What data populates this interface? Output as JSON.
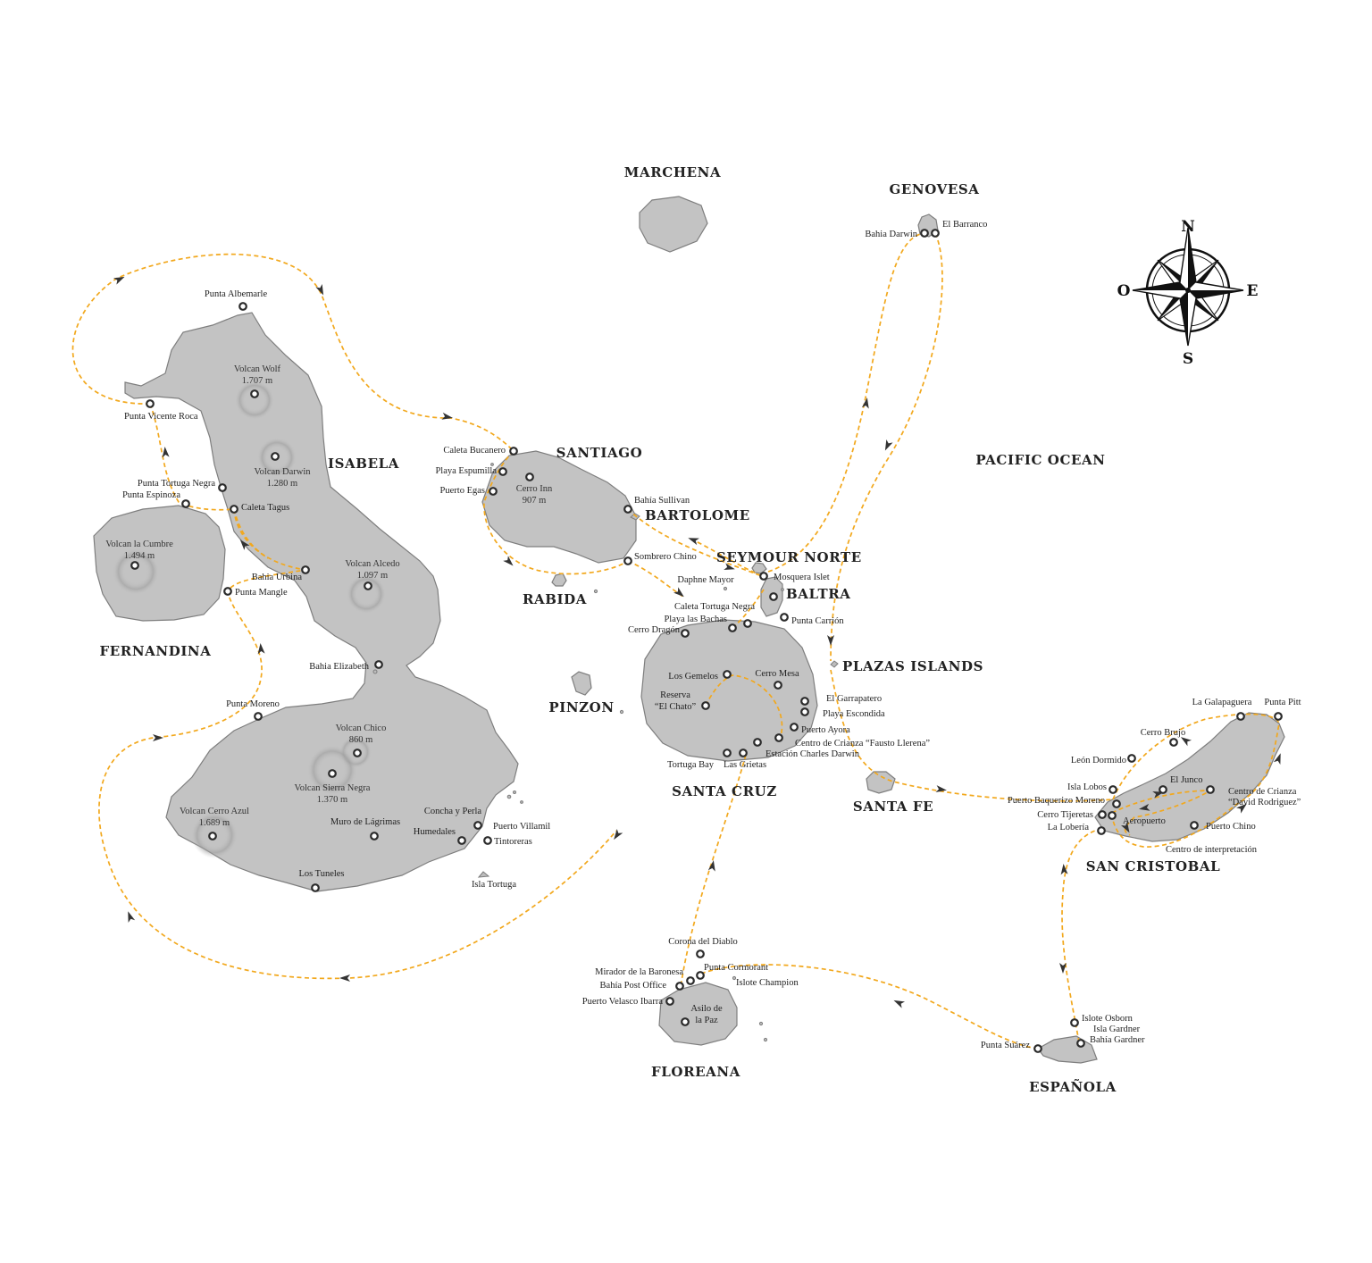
{
  "ocean_label": "PACIFIC OCEAN",
  "compass": {
    "north": "N",
    "south": "S",
    "east": "E",
    "west": "O"
  },
  "islands": {
    "marchena": "MARCHENA",
    "genovesa": "GENOVESA",
    "isabela": "ISABELA",
    "fernandina": "FERNANDINA",
    "santiago": "SANTIAGO",
    "bartolome": "BARTOLOME",
    "seymour_norte": "SEYMOUR NORTE",
    "baltra": "BALTRA",
    "rabida": "RABIDA",
    "pinzon": "PINZON",
    "plazas": "PLAZAS ISLANDS",
    "santa_cruz": "SANTA CRUZ",
    "santa_fe": "SANTA FE",
    "san_cristobal": "SAN CRISTOBAL",
    "floreana": "FLOREANA",
    "espanola": "ESPAÑOLA"
  },
  "volcanoes": {
    "wolf_name": "Volcan Wolf",
    "wolf_alt": "1.707 m",
    "darwin_name": "Volcan Darwin",
    "darwin_alt": "1.280 m",
    "alcedo_name": "Volcan Alcedo",
    "alcedo_alt": "1.097 m",
    "cumbre_name": "Volcan la Cumbre",
    "cumbre_alt": "1.494 m",
    "chico_name": "Volcan Chico",
    "chico_alt": "860 m",
    "sierra_name": "Volcan Sierra Negra",
    "sierra_alt": "1.370 m",
    "azul_name": "Volcan Cerro Azul",
    "azul_alt": "1.689 m",
    "inn_name": "Cerro Inn",
    "inn_alt": "907 m"
  },
  "sites": {
    "punta_albemarle": "Punta Albemarle",
    "punta_vicente_roca": "Punta Vicente Roca",
    "punta_tortuga_negra": "Punta Tortuga Negra",
    "punta_espinoza": "Punta Espinoza",
    "caleta_tagus": "Caleta Tagus",
    "bahia_urbina": "Bahia Urbina",
    "punta_mangle": "Punta Mangle",
    "bahia_elizabeth": "Bahia Elizabeth",
    "punta_moreno": "Punta Moreno",
    "muro_lagrimas": "Muro de Lágrimas",
    "concha_perla": "Concha y Perla",
    "humedales": "Humedales",
    "puerto_villamil": "Puerto Villamil",
    "tintoreras": "Tintoreras",
    "los_tuneles": "Los Tuneles",
    "isla_tortuga": "Isla Tortuga",
    "caleta_bucanero": "Caleta Bucanero",
    "playa_espumilla": "Playa Espumilla",
    "puerto_egas": "Puerto Egas",
    "bahia_sullivan": "Bahía Sullivan",
    "sombrero_chino": "Sombrero Chino",
    "daphne_mayor": "Daphne Mayor",
    "mosquera_islet": "Mosquera Islet",
    "caleta_tortuga_negra": "Caleta Tortuga Negra",
    "playa_bachas": "Playa las Bachas",
    "cerro_dragon": "Cerro Dragón",
    "punta_carrion": "Punta Carrión",
    "los_gemelos": "Los Gemelos",
    "cerro_mesa": "Cerro Mesa",
    "reserva_1": "Reserva",
    "reserva_2": "“El Chato”",
    "el_garrapatero": "El Garrapatero",
    "playa_escondida": "Playa Escondida",
    "puerto_ayora": "Puerto Ayora",
    "crianza_fausto": "Centro de Crianza “Fausto Llerena”",
    "charles_darwin": "Estación Charles Darwin",
    "tortuga_bay": "Tortuga Bay",
    "las_grietas": "Las Grietas",
    "bahia_darwin": "Bahia Darwin",
    "el_barranco": "El Barranco",
    "la_galapaguera": "La Galapaguera",
    "punta_pitt": "Punta Pitt",
    "cerro_brujo": "Cerro Brujo",
    "leon_dormido": "León Dormido",
    "isla_lobos": "Isla Lobos",
    "el_junco": "El Junco",
    "puerto_baquerizo": "Puerto Baquerizo Moreno",
    "cerro_tijeretas": "Cerro Tijeretas",
    "la_loberia": "La Lobería",
    "aeropuerto": "Aeropuerto",
    "crianza_david_1": "Centro de Crianza",
    "crianza_david_2": "“David Rodriguez”",
    "puerto_chino": "Puerto Chino",
    "centro_interpretacion": "Centro de interpretación",
    "corona_diablo": "Corona del Diablo",
    "mirador_baronesa": "Mirador de la Baronesa",
    "punta_cormorant": "Punta Cormorant",
    "bahia_post_office": "Bahía Post Office",
    "islote_champion": "Islote Champion",
    "puerto_velasco": "Puerto Velasco Ibarra",
    "asilo_1": "Asilo de",
    "asilo_2": "la Paz",
    "islote_osborn": "Islote Osborn",
    "isla_gardner": "Isla Gardner",
    "bahia_gardner": "Bahía Gardner",
    "punta_suarez": "Punta Suárez"
  },
  "colors": {
    "land": "#c3c3c3",
    "coast": "#7e7e7e",
    "route": "#f2a81d",
    "text": "#222222"
  }
}
